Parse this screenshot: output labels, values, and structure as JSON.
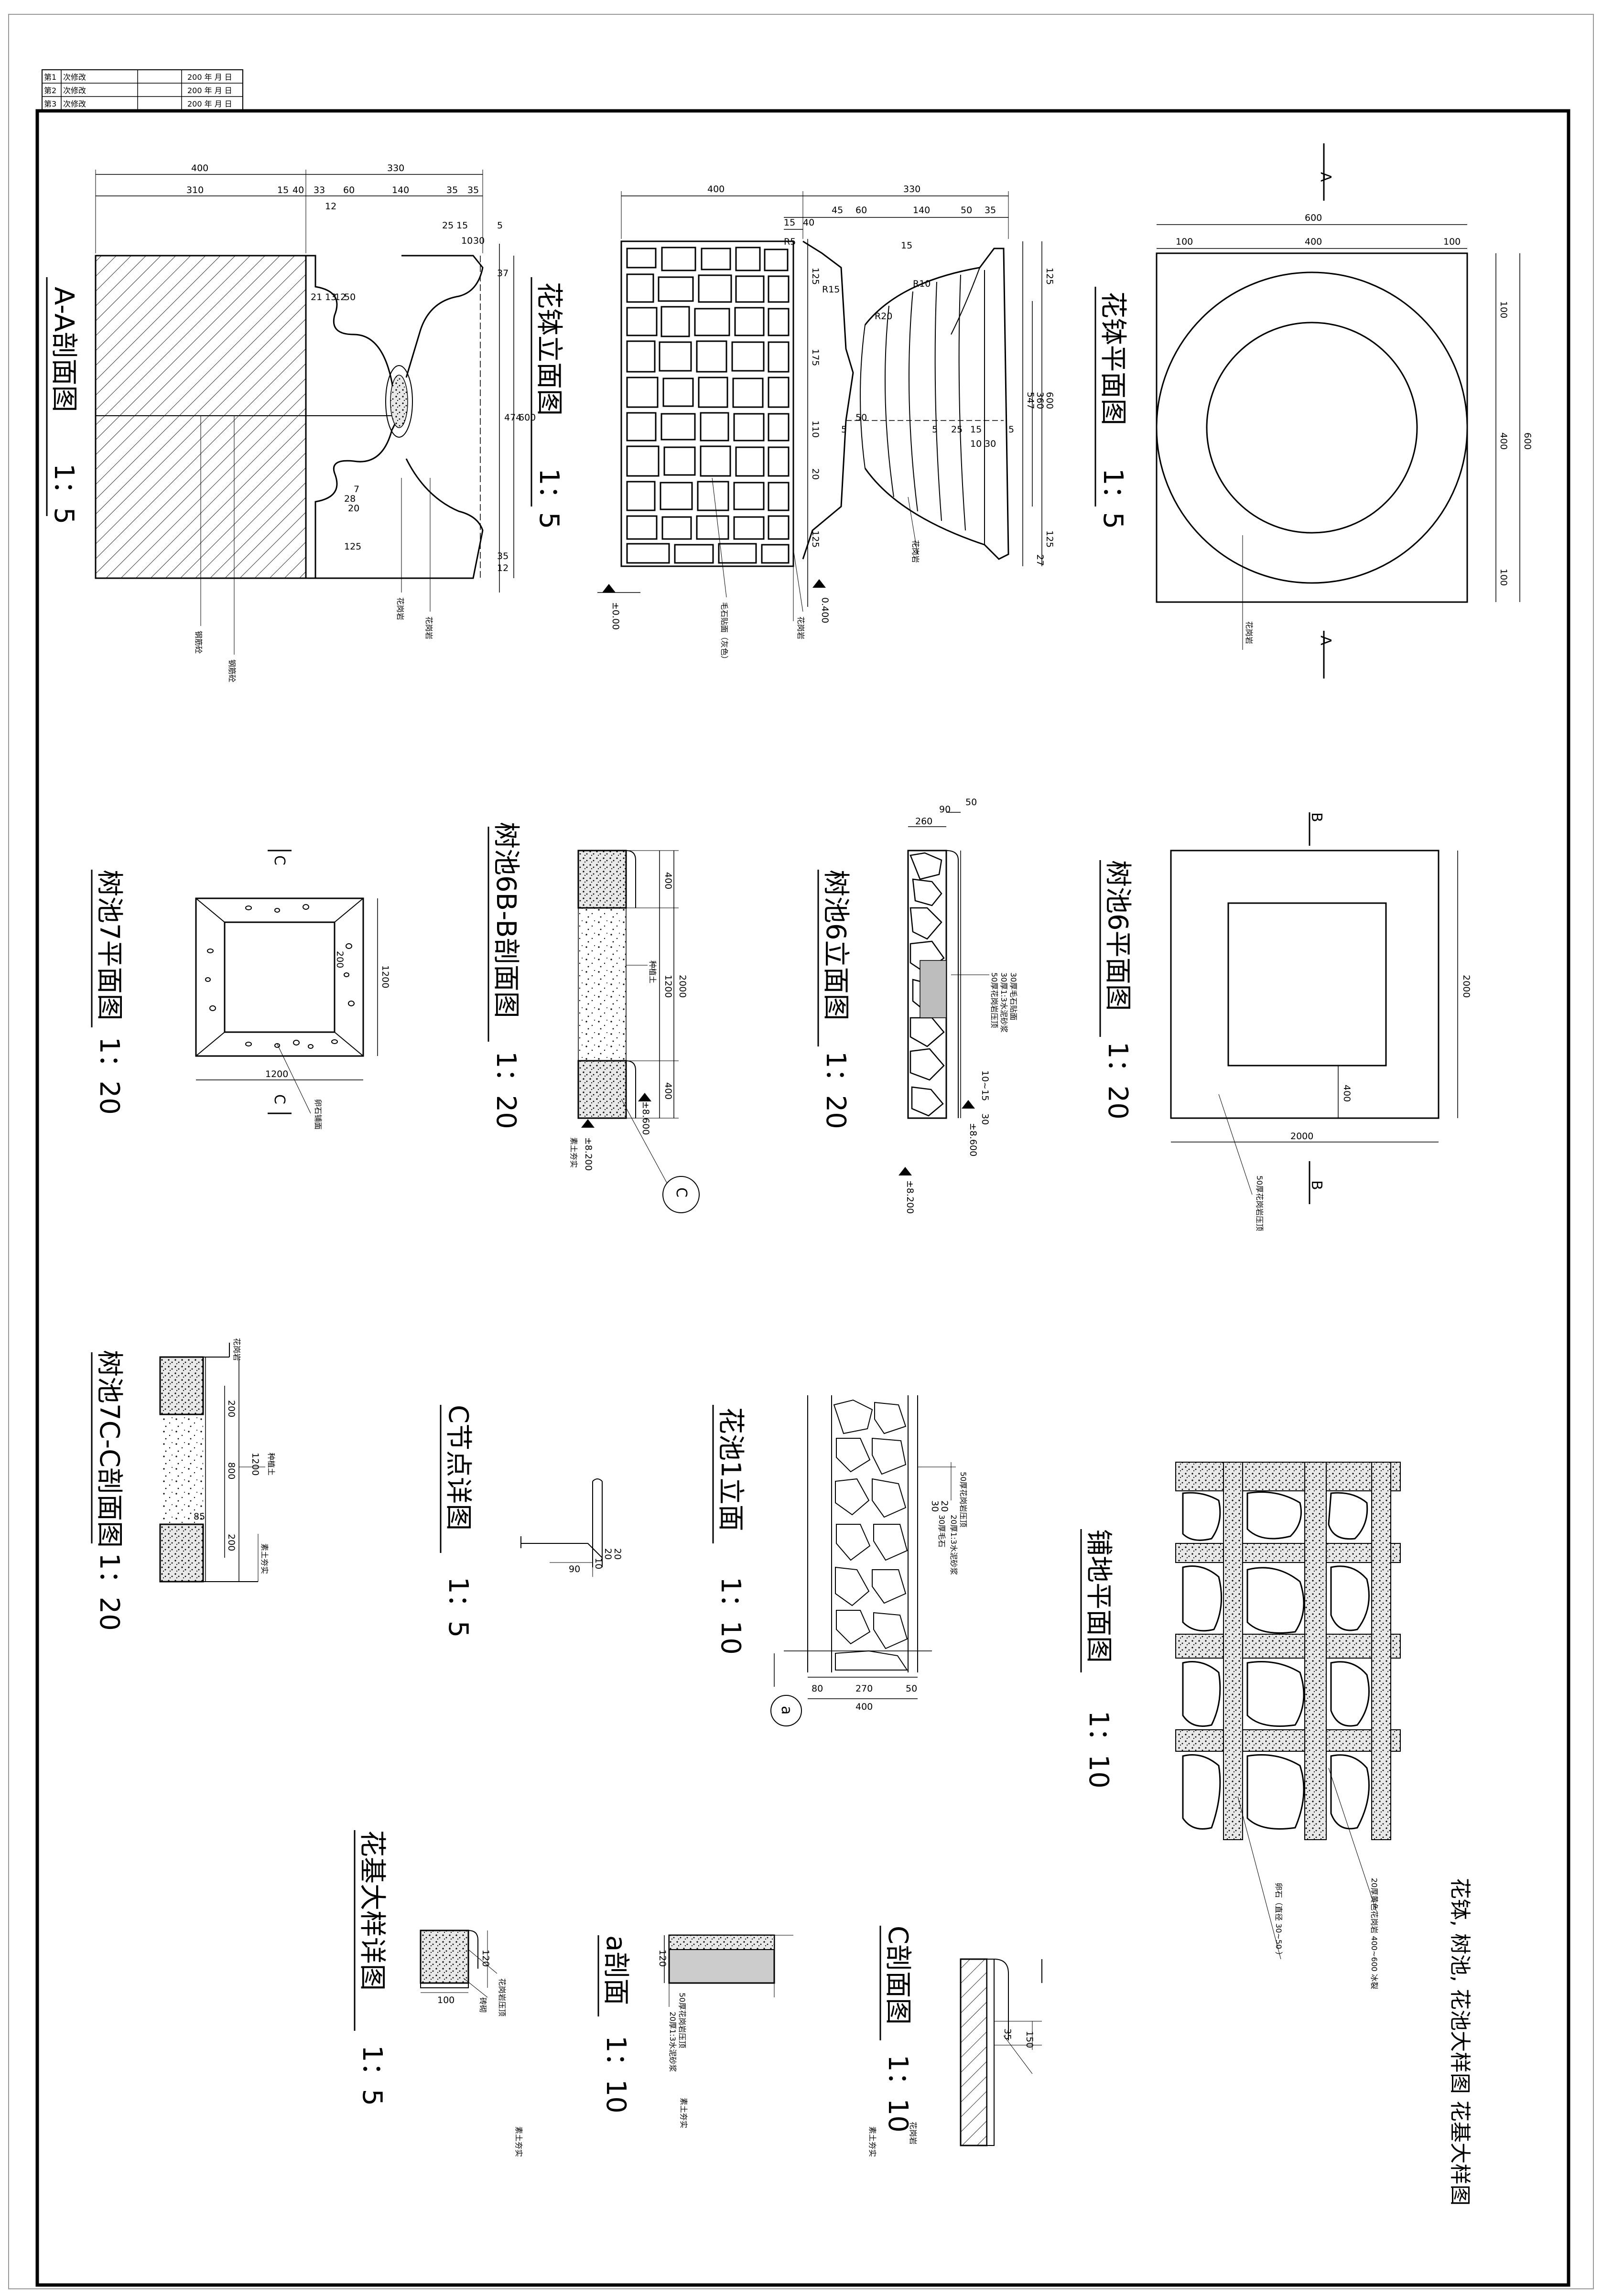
{
  "revision_table": {
    "rows": [
      {
        "no": "第1",
        "c1": "次修改",
        "c2": "",
        "c3": "200 年 月 日"
      },
      {
        "no": "第2",
        "c1": "次修改",
        "c2": "",
        "c3": "200 年 月 日"
      },
      {
        "no": "第3",
        "c1": "次修改",
        "c2": "",
        "c3": "200 年 月 日"
      }
    ]
  },
  "sheet_title": "花钵, 树池, 花池大样图 花基大样图",
  "views": {
    "aa_section": {
      "title": "A-A剖面图",
      "scale": "1：5",
      "dims_top": [
        "400",
        "330"
      ],
      "dims_second": [
        "310",
        "15",
        "40",
        "33",
        "60",
        "140",
        "35",
        "35"
      ],
      "dims_small": [
        "12",
        "25",
        "15",
        "10",
        "30",
        "5",
        "21",
        "13",
        "12",
        "50",
        "28",
        "20",
        "7",
        "37",
        "35",
        "12",
        "125"
      ],
      "dims_right": [
        "600",
        "474"
      ],
      "notes": [
        "钢筋砼",
        "花岗岩"
      ]
    },
    "vase_elevation": {
      "title": "花钵立面图",
      "scale": "1：5",
      "dims_top": [
        "400",
        "330"
      ],
      "dims_second": [
        "15",
        "40",
        "45",
        "60",
        "140",
        "50",
        "35"
      ],
      "dims_left": [
        "125",
        "175",
        "110",
        "20",
        "125"
      ],
      "dims_right": [
        "125",
        "360",
        "547",
        "600",
        "125",
        "27"
      ],
      "dims_misc": [
        "R5",
        "R15",
        "R20",
        "R10",
        "15",
        "5",
        "50",
        "5",
        "25",
        "15",
        "10",
        "30",
        "5"
      ],
      "levels": [
        "±0.00",
        "0.400"
      ],
      "notes": [
        "毛石贴面（灰色）",
        "花岗岩",
        "花岗岩"
      ]
    },
    "vase_plan": {
      "title": "花钵平面图",
      "scale": "1：5",
      "section_mark": "A",
      "dims_top": [
        "600",
        "100",
        "400",
        "100"
      ],
      "dims_right": [
        "100",
        "400",
        "600",
        "100"
      ],
      "notes": [
        "花岗岩"
      ]
    },
    "tree_pit_7_plan": {
      "title": "树池7平面图",
      "scale": "1：20",
      "section_mark": "C",
      "dims": [
        "1200",
        "1200",
        "200"
      ],
      "notes": [
        "卵石铺面"
      ]
    },
    "tree_pit_6b_section": {
      "title": "树池6B-B剖面图",
      "scale": "1：20",
      "dims": [
        "400",
        "1200",
        "2000",
        "400"
      ],
      "levels": [
        "±8.600",
        "±8.200"
      ],
      "detail_callout": "C",
      "notes": [
        "种植土",
        "素土夯实"
      ]
    },
    "tree_pit_6_elevation": {
      "title": "树池6立面图",
      "scale": "1：20",
      "dims": [
        "90",
        "50",
        "260",
        "10~15",
        "30"
      ],
      "levels": [
        "±8.600",
        "±8.200"
      ],
      "notes": [
        "50厚花岗岩压顶",
        "30厚1:3水泥砂浆",
        "30厚毛石贴面"
      ]
    },
    "tree_pit_6_plan": {
      "title": "树池6平面图",
      "scale": "1：20",
      "section_mark": "B",
      "dims": [
        "2000",
        "2000",
        "400"
      ],
      "notes": [
        "50厚花岗岩压顶"
      ]
    },
    "tree_pit_7c_section": {
      "title": "树池7C-C剖面图",
      "scale": "1：20",
      "dims": [
        "200",
        "1200",
        "800",
        "85",
        "200"
      ],
      "notes": [
        "花岗岩",
        "种植土",
        "素土夯实"
      ]
    },
    "c_node": {
      "title": "C节点详图",
      "scale": "1：5",
      "dims": [
        "90",
        "20",
        "20",
        "10"
      ]
    },
    "flower_bed_1_elevation": {
      "title": "花池1立面",
      "scale": "1：10",
      "dims": [
        "80",
        "270",
        "50",
        "400"
      ],
      "dims_right": [
        "20",
        "30"
      ],
      "detail_callout": "a",
      "notes": [
        "50厚花岗岩压顶",
        "20厚1:3水泥砂浆",
        "30厚毛石"
      ]
    },
    "paving_plan": {
      "title": "铺地平面图",
      "scale": "1：10",
      "notes": [
        "20厚黄色花岗岩 400~600 冰裂",
        "卵石（直径 30~50 ）"
      ]
    },
    "flower_base_detail": {
      "title": "花基大样详图",
      "scale": "1：5",
      "dims": [
        "120",
        "100"
      ],
      "notes": [
        "花岗岩压顶",
        "砖砌",
        "素土夯实"
      ]
    },
    "a_section": {
      "title": "a剖面",
      "scale": "1：10",
      "dims": [
        "120"
      ],
      "notes": [
        "50厚花岗岩压顶",
        "20厚1:3水泥砂浆",
        "素土夯实"
      ]
    },
    "c_section": {
      "title": "C剖面图",
      "scale": "1：10",
      "dims": [
        "150",
        "35"
      ],
      "notes": [
        "花岗岩",
        "素土夯实"
      ]
    }
  }
}
